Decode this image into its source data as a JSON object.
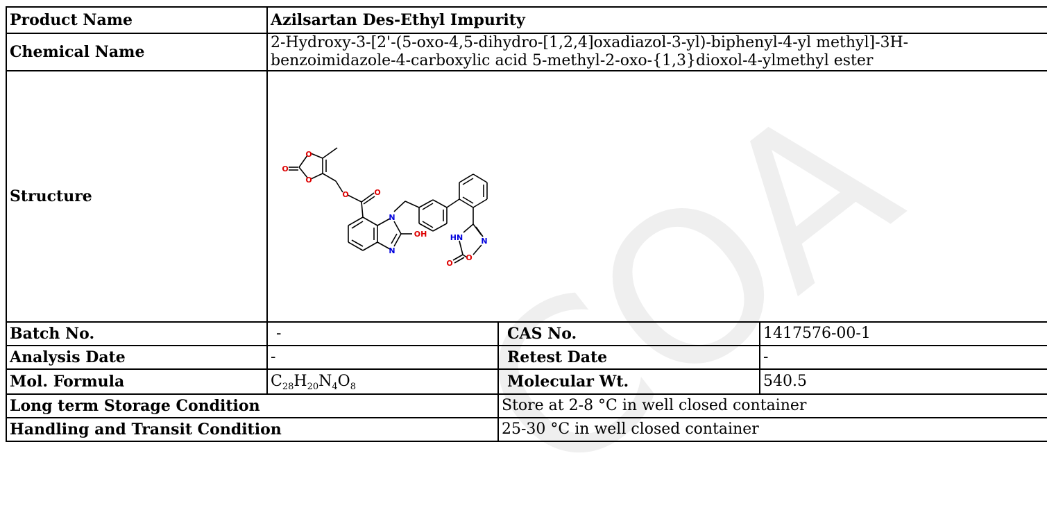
{
  "watermark_text": "COA",
  "product": {
    "label": "Product Name",
    "value": "Azilsartan Des-Ethyl Impurity"
  },
  "chemical": {
    "label": "Chemical Name",
    "line1": "2-Hydroxy-3-[2'-(5-oxo-4,5-dihydro-[1,2,4]oxadiazol-3-yl)-biphenyl-4-yl methyl]-3H-",
    "line2": "benzoimidazole-4-carboxylic acid 5-methyl-2-oxo-{1,3}dioxol-4-ylmethyl ester"
  },
  "structure": {
    "label": "Structure",
    "atoms": {
      "o1": "O",
      "o2": "O",
      "o3": "O",
      "o4": "O",
      "o5": "O",
      "o6": "O",
      "o7": "O",
      "n1": "N",
      "n2": "N",
      "n3": "N",
      "hn": "HN",
      "oh": "OH"
    },
    "colors": {
      "oxygen": "#dd0000",
      "nitrogen": "#0000dd",
      "bond": "#000000"
    }
  },
  "batch": {
    "label": "Batch No.",
    "value": "-"
  },
  "cas": {
    "label": "CAS No.",
    "value": "1417576-00-1"
  },
  "analysis": {
    "label": "Analysis Date",
    "value": "-"
  },
  "retest": {
    "label": "Retest Date",
    "value": "-"
  },
  "formula": {
    "label": "Mol. Formula",
    "parts": [
      {
        "el": "C",
        "n": "28"
      },
      {
        "el": "H",
        "n": "20"
      },
      {
        "el": "N",
        "n": "4"
      },
      {
        "el": "O",
        "n": "8"
      }
    ]
  },
  "mw": {
    "label": "Molecular Wt.",
    "value": "540.5"
  },
  "storage": {
    "label": "Long term Storage Condition",
    "value": "Store at 2-8 °C in well closed container"
  },
  "handling": {
    "label": "Handling and Transit Condition",
    "value": "25-30 °C in well closed container"
  }
}
